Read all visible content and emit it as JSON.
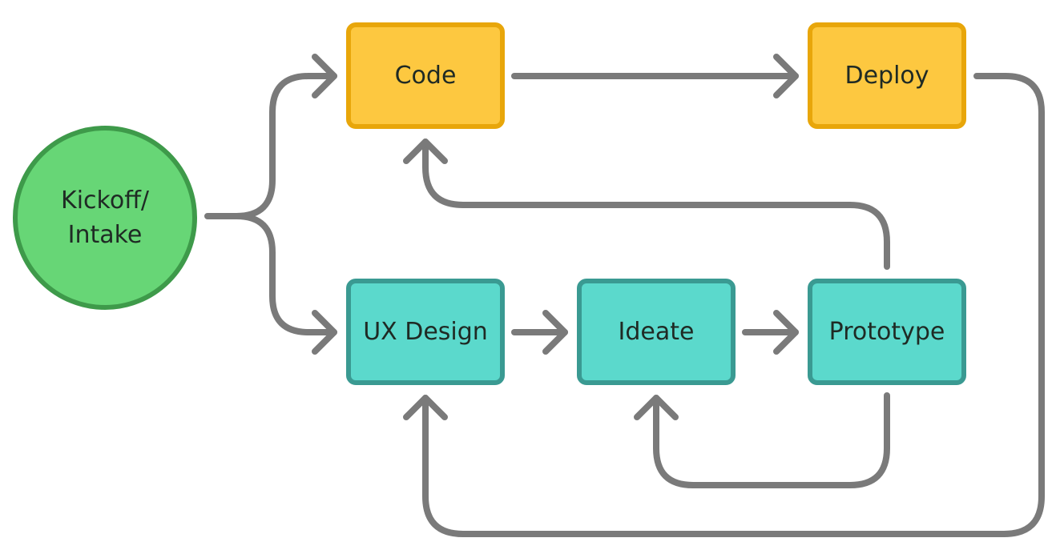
{
  "diagram": {
    "nodes": {
      "kickoff": {
        "line1": "Kickoff/",
        "line2": "Intake",
        "fill": "#67d676",
        "border": "#3e9a4a",
        "shape": "circle"
      },
      "code": {
        "label": "Code",
        "fill": "#fdc840",
        "border": "#e8a60a",
        "shape": "rounded-rectangle"
      },
      "deploy": {
        "label": "Deploy",
        "fill": "#fdc840",
        "border": "#e8a60a",
        "shape": "rounded-rectangle"
      },
      "ux_design": {
        "label": "UX Design",
        "fill": "#5bd9cc",
        "border": "#3a9a92",
        "shape": "rounded-rectangle"
      },
      "ideate": {
        "label": "Ideate",
        "fill": "#5bd9cc",
        "border": "#3a9a92",
        "shape": "rounded-rectangle"
      },
      "prototype": {
        "label": "Prototype",
        "fill": "#5bd9cc",
        "border": "#3a9a92",
        "shape": "rounded-rectangle"
      }
    },
    "connector_color": "#7a7a7a",
    "edges": [
      {
        "from": "kickoff",
        "to": "code"
      },
      {
        "from": "kickoff",
        "to": "ux_design"
      },
      {
        "from": "code",
        "to": "deploy"
      },
      {
        "from": "deploy",
        "to": "ux_design"
      },
      {
        "from": "ux_design",
        "to": "ideate"
      },
      {
        "from": "ideate",
        "to": "prototype"
      },
      {
        "from": "prototype",
        "to": "code"
      },
      {
        "from": "prototype",
        "to": "ideate"
      }
    ]
  }
}
